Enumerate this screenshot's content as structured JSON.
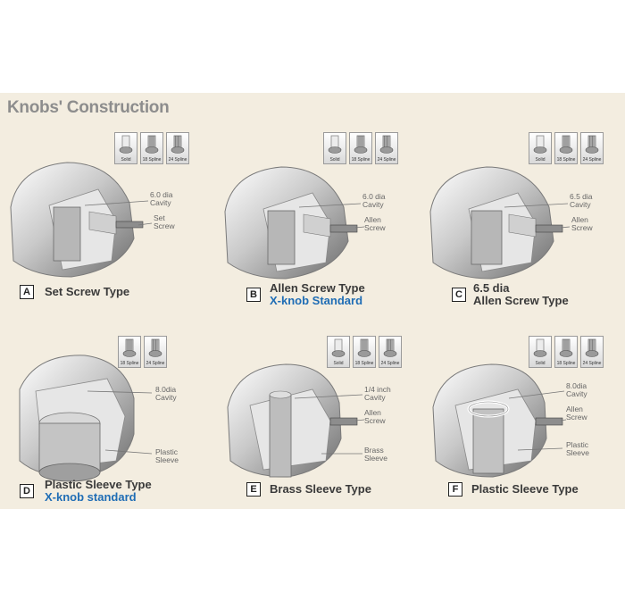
{
  "title": "Knobs' Construction",
  "chip_labels": {
    "solid": "Solid",
    "s18": "18 Spline",
    "s24": "24 Spline"
  },
  "types": [
    {
      "letter": "A",
      "name": "Set Screw Type",
      "sub": "",
      "callout_top": "6.0 dia\nCavity",
      "callout_mid": "Set\nScrew",
      "callout_bottom": ""
    },
    {
      "letter": "B",
      "name": "Allen Screw Type",
      "sub": "X-knob Standard",
      "callout_top": "6.0 dia\nCavity",
      "callout_mid": "Allen\nScrew",
      "callout_bottom": ""
    },
    {
      "letter": "C",
      "name": "6.5 dia",
      "sub": "Allen Screw Type",
      "callout_top": "6.5 dia\nCavity",
      "callout_mid": "Allen\nScrew",
      "callout_bottom": ""
    },
    {
      "letter": "D",
      "name": "Plastic Sleeve Type",
      "sub": "X-knob standard",
      "callout_top": "8.0dia\nCavity",
      "callout_mid": "",
      "callout_bottom": "Plastic\nSleeve"
    },
    {
      "letter": "E",
      "name": "Brass  Sleeve Type",
      "sub": "",
      "callout_top": "1/4 inch\nCavity",
      "callout_mid": "Allen\nScrew",
      "callout_bottom": "Brass\nSleeve"
    },
    {
      "letter": "F",
      "name": "Plastic Sleeve Type",
      "sub": "",
      "callout_top": "8.0dia\nCavity",
      "callout_mid": "Allen\nScrew",
      "callout_bottom": "Plastic\nSleeve"
    }
  ]
}
